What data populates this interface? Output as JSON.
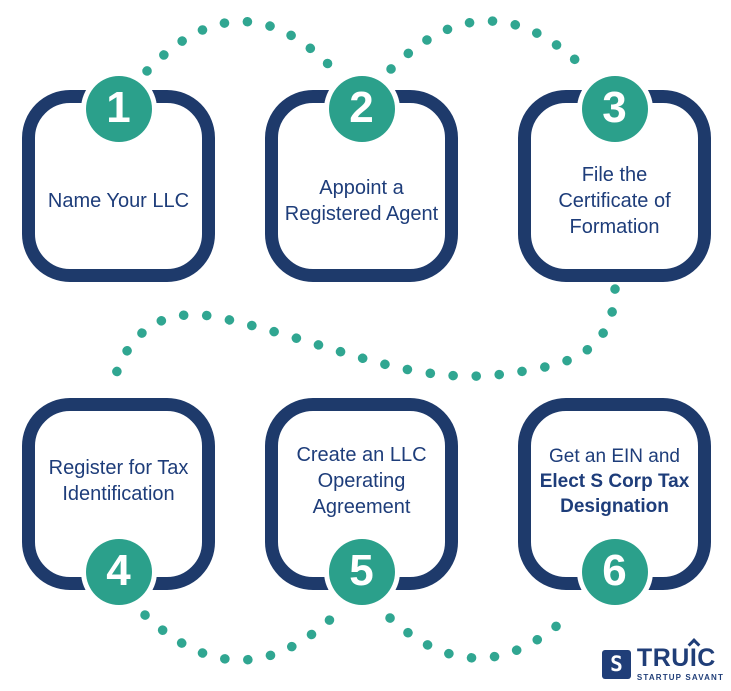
{
  "steps": [
    {
      "number": "1",
      "title": "Name Your LLC",
      "title_bold": ""
    },
    {
      "number": "2",
      "title": "Appoint a Registered Agent",
      "title_bold": ""
    },
    {
      "number": "3",
      "title": "File the Certificate of Formation",
      "title_bold": ""
    },
    {
      "number": "4",
      "title": "Register for Tax Identification",
      "title_bold": ""
    },
    {
      "number": "5",
      "title": "Create an LLC Operating Agreement",
      "title_bold": ""
    },
    {
      "number": "6",
      "title": "Get an EIN and ",
      "title_bold": "Elect S Corp Tax Designation"
    }
  ],
  "logo": {
    "mark": "S",
    "name_pre": "TRU",
    "name_i": "I",
    "name_post": "C",
    "subtitle": "STARTUP SAVANT"
  },
  "colors": {
    "teal": "#2BA08B",
    "teal_dots": "#30A691",
    "navy": "#1E3A6B",
    "text_navy": "#1E3D7A",
    "logo_navy": "#203E78",
    "background": "#FFFFFF"
  }
}
